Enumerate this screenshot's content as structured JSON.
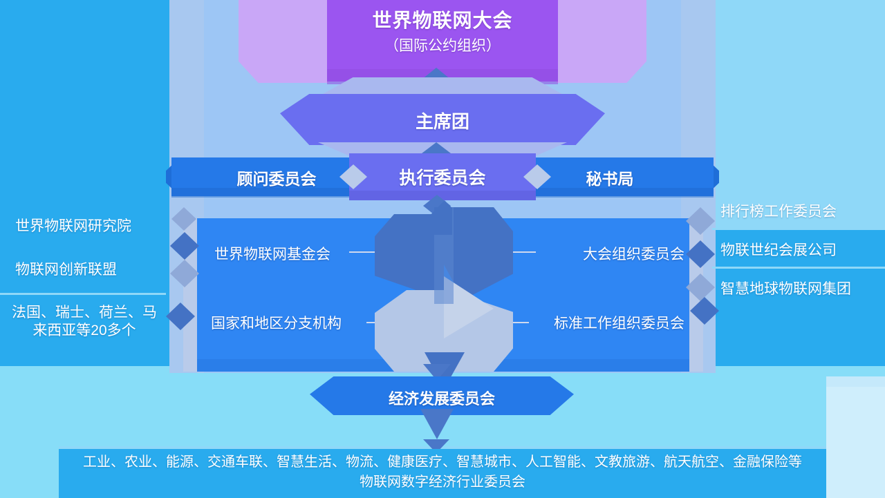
{
  "header": {
    "title": "世界物联网大会",
    "subtitle": "（国际公约组织）"
  },
  "presidium": {
    "label": "主席团"
  },
  "tier3": {
    "left": "顾问委员会",
    "center": "执行委员会",
    "right": "秘书局"
  },
  "body": {
    "top_left": "世界物联网基金会",
    "bottom_left": "国家和地区分支机构",
    "top_right": "大会组织委员会",
    "bottom_right": "标准工作组织委员会"
  },
  "economic": {
    "label": "经济发展委员会"
  },
  "left_labels": [
    "世界物联网研究院",
    "物联网创新联盟",
    "法国、瑞士、荷兰、马来西亚等20多个"
  ],
  "right_labels": [
    "排行榜工作委员会",
    "物联世纪会展公司",
    "智慧地球物联网集团"
  ],
  "footer": {
    "line1": "工业、农业、能源、交通车联、智慧生活、物流、健康医疗、智慧城市、人工智能、文教旅游、航天航空、金融保险等",
    "line2": "物联网数字经济行业委员会"
  },
  "colors": {
    "background": "#29abee",
    "header_purple": "#9b55f0",
    "header_wing": "#c9a7f7",
    "presidium_blue": "#6a6ef0",
    "band_blue": "#2579e8",
    "panel_blue": "#2f86f3",
    "slab_light": "#9dc6f5",
    "star_dark": "#4472c4",
    "star_light": "#b4c7e7",
    "low_cyan": "#87ddf8"
  }
}
